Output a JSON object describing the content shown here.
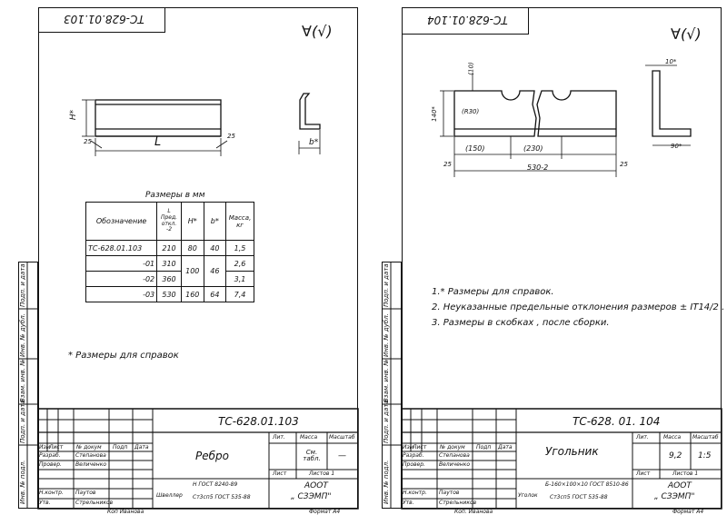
{
  "left": {
    "corner_code": "ТС-628.01.103",
    "roughness": "∀(√)",
    "dims": {
      "h": "H*",
      "l": "L",
      "b": "b*",
      "angle_a": "25",
      "angle_b": "25"
    },
    "table_title": "Размеры в мм",
    "table_headers": [
      "Обозначение",
      "L Пред. откл. -2",
      "H*",
      "b*",
      "Масса, кг"
    ],
    "table_rows": [
      {
        "code": "ТС-628.01.103",
        "l": "210",
        "h": "80",
        "b": "40",
        "mass": "1,5"
      },
      {
        "code": "-01",
        "l": "310",
        "h": "100",
        "b": "46",
        "mass": "2,6"
      },
      {
        "code": "-02",
        "l": "360",
        "h": "",
        "b": "",
        "mass": "3,1"
      },
      {
        "code": "-03",
        "l": "530",
        "h": "160",
        "b": "64",
        "mass": "7,4"
      }
    ],
    "note": "* Размеры для справок",
    "stamp": {
      "designation": "ТС-628.01.103",
      "name": "Ребро",
      "material_1": "Швеллер",
      "material_2": "Н ГОСТ 8240-89",
      "material_3": "Ст3сп5 ГОСТ 535-88",
      "lit": "Лит.",
      "mass_label": "Масса",
      "scale_label": "Масштаб",
      "mass_value": "См. табл.",
      "scale_value": "—",
      "sheet_label": "Лист",
      "sheets_label": "Листов 1",
      "org_1": "АООТ",
      "org_2": "„ СЗЭМП\"",
      "hdr_izm": "Изм",
      "hdr_list": "Лист",
      "hdr_doc": "№ докум",
      "hdr_sign": "Подп",
      "hdr_date": "Дата",
      "r1_role": "Разраб.",
      "r1_name": "Степанова",
      "r2_role": "Провер.",
      "r2_name": "Величенко",
      "r3_role": "Н.контр.",
      "r3_name": "Паутов",
      "r4_role": "Утв.",
      "r4_name": "Стрельников",
      "copied": "Коп Иванова",
      "format": "Формат А4"
    },
    "side_labels": [
      "Инв. № подл.",
      "Подп. и дата",
      "Взам. инв. №",
      "Инв. № дубл.",
      "Подп. и дата"
    ]
  },
  "right": {
    "corner_code": "ТС-628.01.104",
    "roughness": "∀(√)",
    "dims": {
      "d10": "(10)",
      "r30": "(R30)",
      "h140": "140*",
      "d150": "(150)",
      "d230": "(230)",
      "d530": "530-2",
      "a25a": "25",
      "a25b": "25",
      "t10": "10*",
      "w90": "90*"
    },
    "notes": [
      "1.* Размеры для справок.",
      "2. Неуказанные предельные отклонения размеров ± IT14/2 .",
      "3. Размеры в скобках , после сборки."
    ],
    "stamp": {
      "designation": "ТС-628. 01. 104",
      "name": "Угольник",
      "material_1": "Уголок",
      "material_2": "Б-160×100×10 ГОСТ 8510-86",
      "material_3": "Ст3сп5 ГОСТ 535-88",
      "lit": "Лит.",
      "mass_label": "Масса",
      "scale_label": "Масштаб",
      "mass_value": "9,2",
      "scale_value": "1:5",
      "sheet_label": "Лист",
      "sheets_label": "Листов 1",
      "org_1": "АООТ",
      "org_2": "„ СЗЭМП\"",
      "hdr_izm": "Изм",
      "hdr_list": "Лист",
      "hdr_doc": "№ докум",
      "hdr_sign": "Подп",
      "hdr_date": "Дата",
      "r1_role": "Разраб.",
      "r1_name": "Степанова",
      "r2_role": "Провер.",
      "r2_name": "Величенко",
      "r3_role": "Н.контр.",
      "r3_name": "Паутов",
      "r4_role": "Утв.",
      "r4_name": "Стрельников",
      "copied": "Коп. Иванова",
      "format": "Формат А4"
    },
    "side_labels": [
      "Инв. № подл.",
      "Подп. и дата",
      "Взам. инв. №",
      "Инв. № дубл.",
      "Подп. и дата"
    ]
  }
}
